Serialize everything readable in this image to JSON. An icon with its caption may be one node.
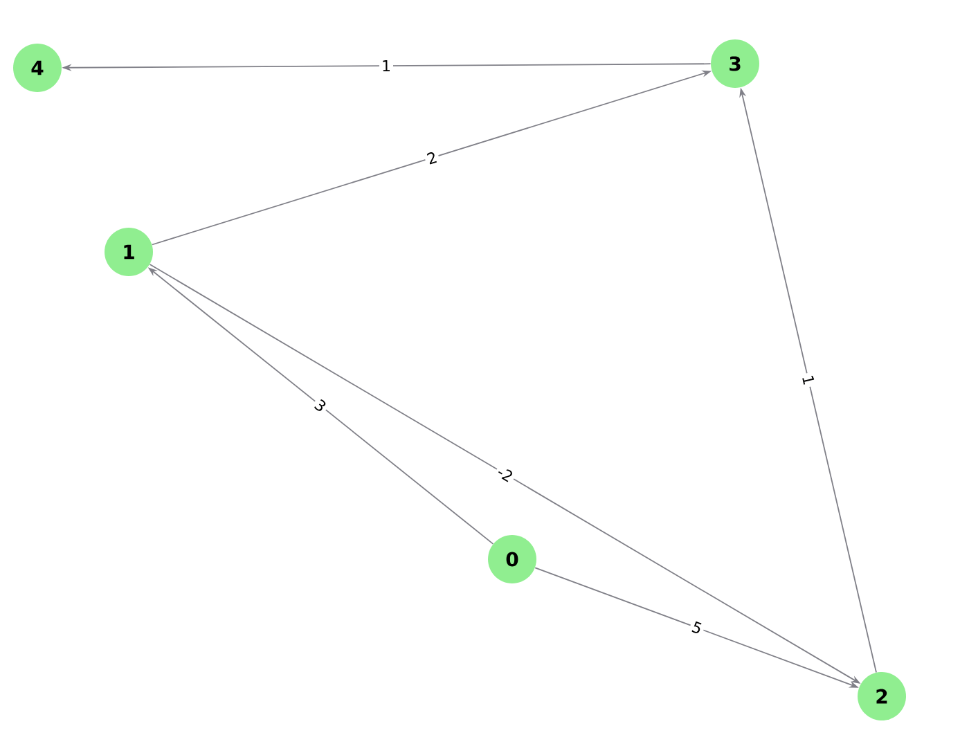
{
  "diagram": {
    "nodes": [
      {
        "text": [
          "0"
        ]
      },
      {
        "text": [
          "1"
        ]
      },
      {
        "text": [
          "2"
        ]
      },
      {
        "text": [
          "3"
        ]
      },
      {
        "text": [
          "4"
        ]
      }
    ],
    "edges": [
      {
        "from": 0,
        "to": 1,
        "arrow": "to",
        "label": "3"
      },
      {
        "from": 0,
        "to": 2,
        "arrow": "to",
        "label": "5"
      },
      {
        "from": 1,
        "to": 3,
        "arrow": "to",
        "label": "2"
      },
      {
        "from": 1,
        "to": 2,
        "arrow": "to",
        "label": "-2"
      },
      {
        "from": 2,
        "to": 3,
        "arrow": "to",
        "label": "1"
      },
      {
        "from": 3,
        "to": 4,
        "arrow": "to",
        "label": "1"
      }
    ]
  }
}
